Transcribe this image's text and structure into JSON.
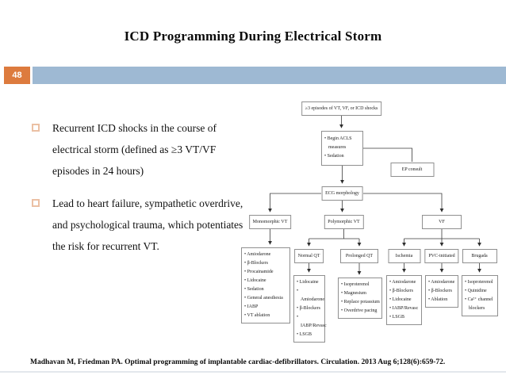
{
  "slide": {
    "title": "ICD Programming During Electrical Storm",
    "page_number": "48",
    "citation": "Madhavan M, Friedman PA. Optimal programming of implantable cardiac-defibrillators. Circulation. 2013 Aug 6;128(6):659-72.",
    "colors": {
      "accent_orange": "#DD7B3E",
      "accent_blue": "#9EB9D3",
      "bullet_outline": "#EBC0A4"
    }
  },
  "bullets": [
    "Recurrent ICD shocks in the course of electrical storm (defined as ≥3 VT/VF episodes in 24 hours)",
    "Lead to heart failure, sympathetic overdrive, and psychological trauma, which potentiates the risk for recurrent VT."
  ],
  "flowchart": {
    "root_label": "≥3 episodes of VT, VF, or ICD shocks",
    "acls_items": [
      "Begin ACLS measures",
      "Sedation"
    ],
    "ep_consult_label": "EP consult",
    "ecg_label": "ECG morphology",
    "monomorphic": {
      "label": "Monomorphic VT",
      "treatments": [
        "Amiodarone",
        "β-Blockers",
        "Procainamide",
        "Lidocaine",
        "Sedation",
        "General anesthesia",
        "IABP",
        "VT ablation"
      ]
    },
    "polymorphic": {
      "label": "Polymorphic VT",
      "normal_qt": {
        "label": "Normal QT",
        "treatments": [
          "Lidocaine",
          "Amiodarone",
          "β-Blockers",
          "IABP/Revasc",
          "LSGB"
        ]
      },
      "prolonged_qt": {
        "label": "Prolonged QT",
        "treatments": [
          "Isoproterenol",
          "Magnesium",
          "Replace potassium",
          "Overdrive pacing"
        ]
      }
    },
    "vf": {
      "label": "VF",
      "ischemia": {
        "label": "Ischemia",
        "treatments": [
          "Amiodarone",
          "β-Blockers",
          "Lidocaine",
          "IABP/Revasc",
          "LSGB"
        ]
      },
      "pvc": {
        "label": "PVC-initiated",
        "treatments": [
          "Amiodarone",
          "β-Blockers",
          "Ablation"
        ]
      },
      "brugada": {
        "label": "Brugada",
        "treatments": [
          "Isoproterenol",
          "Quinidine",
          "Ca²⁺ channel blockers"
        ]
      }
    }
  }
}
